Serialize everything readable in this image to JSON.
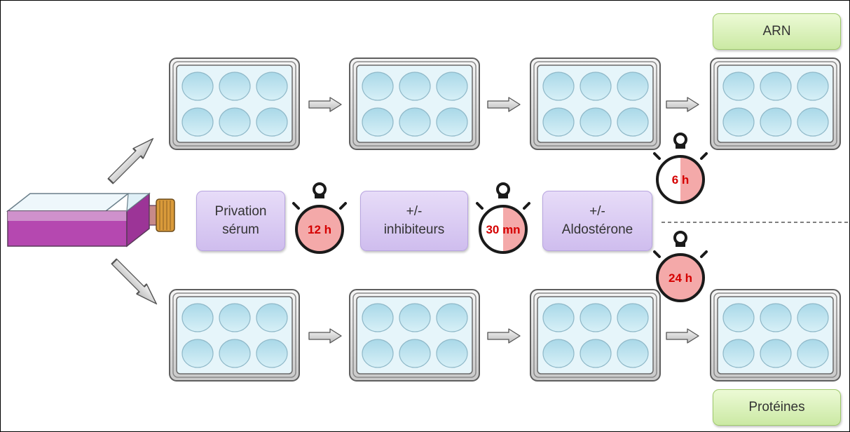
{
  "steps": {
    "serum": "Privation\nsérum",
    "inhibitors": "+/-\ninhibiteurs",
    "aldosterone": "+/-\nAldostérone"
  },
  "timers": {
    "t1": "12 h",
    "t2": "30 mn",
    "t3": "6 h",
    "t4": "24 h"
  },
  "outputs": {
    "rna": "ARN",
    "protein": "Protéines"
  },
  "colors": {
    "step_box": "#d9ccf3",
    "output_box": "#d9f0bb",
    "well": "#bfe3ef",
    "plate": "#e6f5fa",
    "timer_fill": "#f4a9a9",
    "timer_text": "#d50000",
    "flask_medium": "#b548b0",
    "flask_cap": "#d99a3a"
  }
}
